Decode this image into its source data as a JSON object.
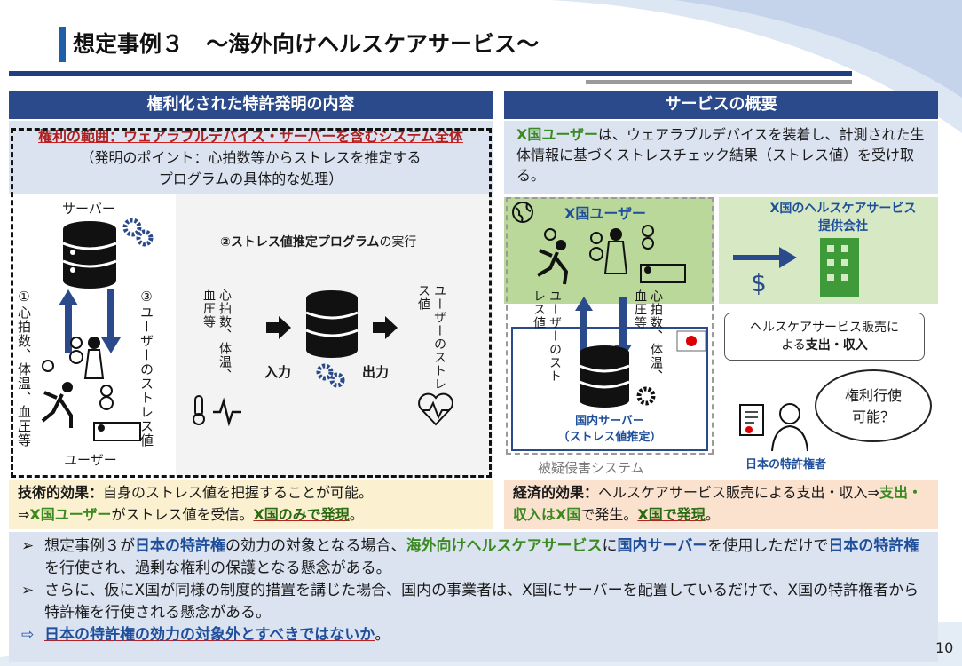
{
  "title": "想定事例３　～海外向けヘルスケアサービス～",
  "left": {
    "header": "権利化された特許発明の内容",
    "scope_line": "権利の範囲：ウェアラブルデバイス・サーバーを含むシステム全体",
    "scope_note_1": "（発明のポイント：心拍数等からストレスを推定する",
    "scope_note_2": "プログラムの具体的な処理）",
    "server_label": "サーバー",
    "user_label": "ユーザー",
    "arrow1_label": "①心拍数、体温、血圧等",
    "arrow3_label": "③ユーザーのストレス値",
    "program_title_bold": "②ストレス値推定プログラム",
    "program_title_rest": "の実行",
    "input_side": "心拍数、体温、血圧等",
    "input_label": "入力",
    "output_label": "出力",
    "output_side": "ユーザーのストレス値",
    "tech_effect_label": "技術的効果：",
    "tech_effect_text": "自身のストレス値を把握することが可能。",
    "tech_effect_arrow": "⇒",
    "tech_effect_user": "X国ユーザー",
    "tech_effect_mid": "がストレス値を受信。",
    "tech_effect_only": "X国のみで発現",
    "tech_effect_end": "。"
  },
  "right": {
    "header": "サービスの概要",
    "overview_user": "X国ユーザー",
    "overview_text": "は、ウェアラブルデバイスを装着し、計測された生体情報に基づくストレスチェック結果（ストレス値）を受け取る。",
    "users_label": "X国ユーザー",
    "provider_label_1": "X国のヘルスケアサービス",
    "provider_label_2": "提供会社",
    "up_label": "ユーザーのストレス値",
    "down_label": "心拍数、体温、血圧等",
    "server_label_1": "国内サーバー",
    "server_label_2": "（ストレス値推定）",
    "system_label": "被疑侵害システム",
    "callout_1": "ヘルスケアサービス販売に",
    "callout_2_a": "よる",
    "callout_2_b": "支出・収入",
    "bubble_1": "権利行使",
    "bubble_2": "可能？",
    "holder_label": "日本の特許権者",
    "econ_label": "経済的効果：",
    "econ_text": "ヘルスケアサービス販売による支出・収入⇒",
    "econ_bold": "支出・収入はX国",
    "econ_mid": "で発生。",
    "econ_u": "X国で発現",
    "econ_end": "。"
  },
  "bullets": {
    "marker": "➢",
    "b1": [
      "想定事例３が",
      "日本の特許権",
      "の効力の対象となる場合、",
      "海外向けヘルスケアサービス",
      "に",
      "国内サーバー",
      "を使用しただけで",
      "日本の特許権",
      "を行使され、過剰な権利の保護となる懸念がある。"
    ],
    "b2": "さらに、仮にX国が同様の制度的措置を講じた場合、国内の事業者は、X国にサーバーを配置しているだけで、X国の特許権者から特許権を行使される懸念がある。",
    "concl_marker": "⇨",
    "concl": "日本の特許権の効力の対象外とすべきではないか",
    "concl_end": "。"
  },
  "page_number": "10",
  "colors": {
    "navy": "#2b4a8b",
    "green": "#3a8a20",
    "red": "#c02020"
  }
}
